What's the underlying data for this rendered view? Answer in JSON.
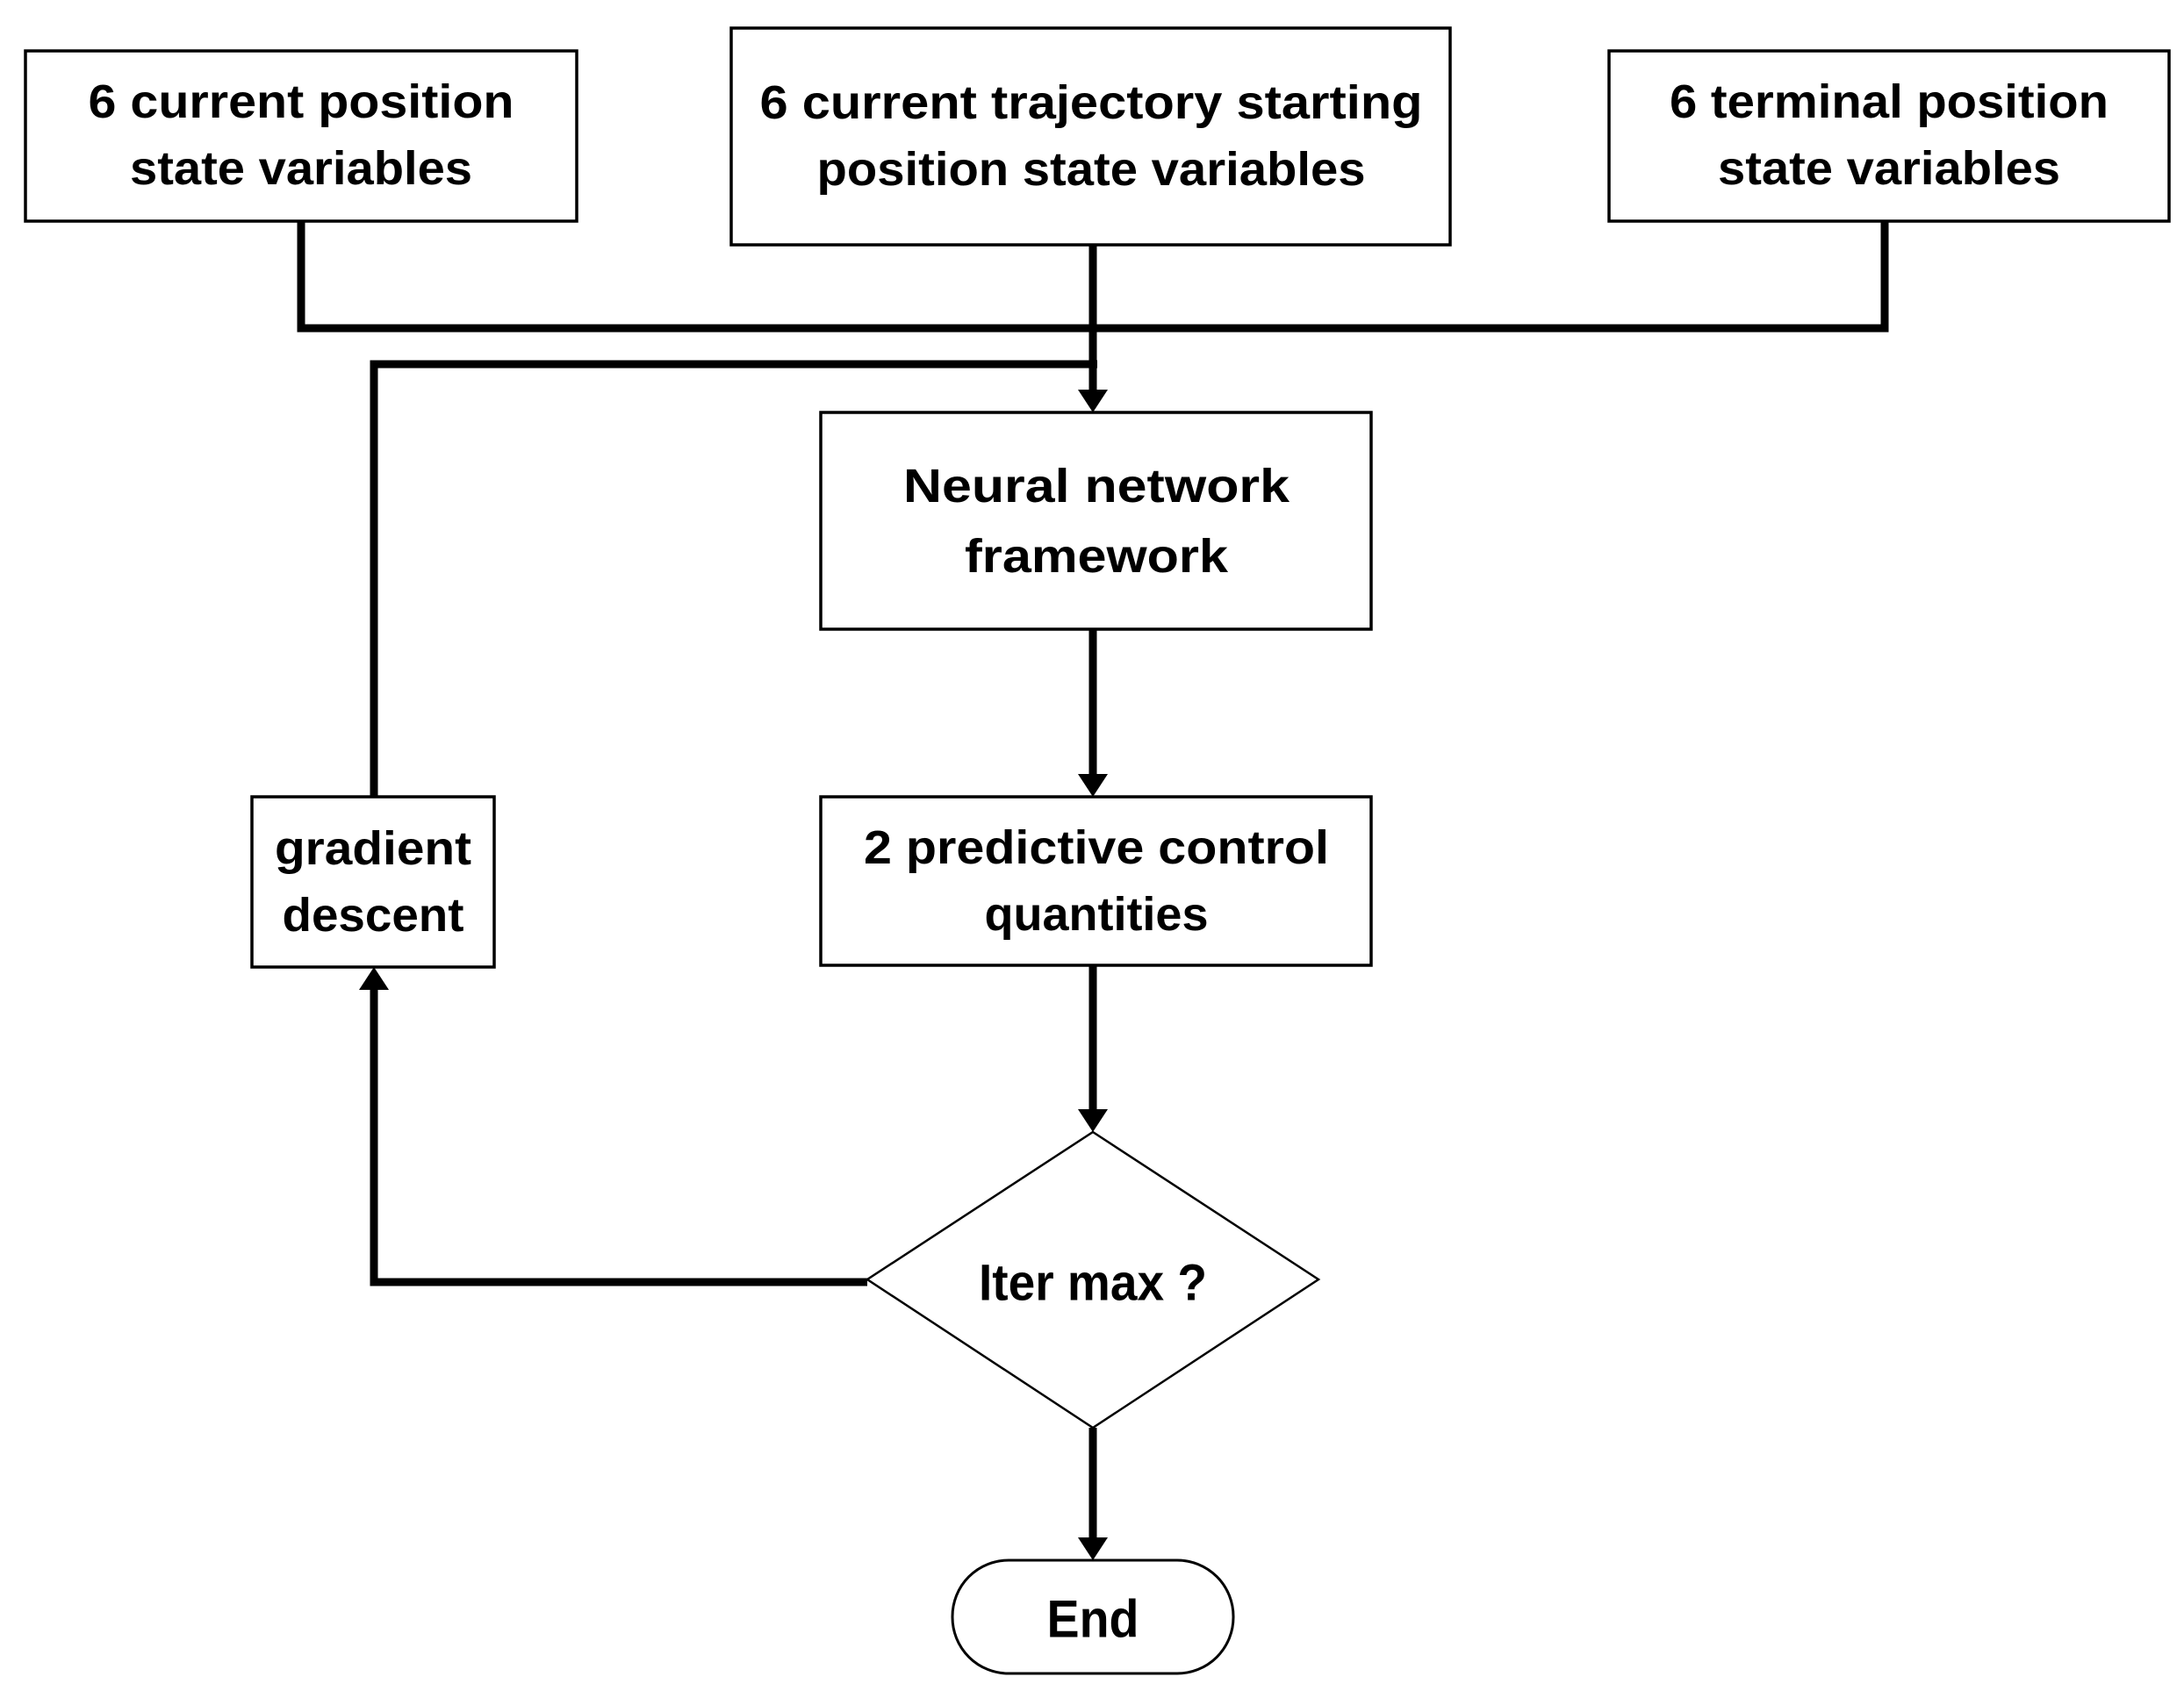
{
  "figure": {
    "type": "flowchart",
    "background_color": "#ffffff",
    "line_color": "#000000",
    "text_color": "#000000"
  },
  "nodes": {
    "current_position": {
      "line1": "6 current position",
      "line2": "state variables"
    },
    "trajectory_start": {
      "line1": "6 current trajectory starting",
      "line2": "position state variables"
    },
    "terminal_position": {
      "line1": "6 terminal position",
      "line2": "state variables"
    },
    "neural_network": {
      "line1": "Neural network",
      "line2": "framework"
    },
    "predictive_control": {
      "line1": "2 predictive control",
      "line2": "quantities"
    },
    "gradient_descent": {
      "line1": "gradient",
      "line2": "descent"
    },
    "iter_max": {
      "label": "Iter max ?"
    },
    "end": {
      "label": "End"
    }
  }
}
